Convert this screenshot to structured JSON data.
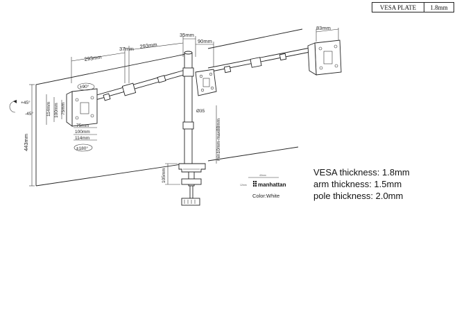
{
  "table": {
    "label": "VESA PLATE",
    "value": "1.8mm"
  },
  "specs": {
    "vesa": "VESA thickness: 1.8mm",
    "arm": "arm thickness: 1.5mm",
    "pole": "pole thickness: 2.0mm"
  },
  "dimensions": {
    "arm_left": "293mm",
    "joint": "37mm",
    "arm_right": "293mm",
    "pole_top": "35mm",
    "plate_offset": "90mm",
    "plate_width": "83mm",
    "tilt_up": "+45°",
    "tilt_down": "-45°",
    "rotate_90": "±90°",
    "rotate_180": "±180°",
    "height": "443mm",
    "plate_114_v": "114mm",
    "plate_100_v": "100mm",
    "plate_75_v": "75mm",
    "plate_75_h": "75mm",
    "plate_100_h": "100mm",
    "plate_114_h": "114mm",
    "pole_diameter": "Ø35",
    "clamp_range": "min10mm-max88mm",
    "clamp_height": "105mm",
    "logo_w": "40mm",
    "logo_h": "12mm"
  },
  "brand": {
    "name": "manhattan",
    "color_label": "Color:White"
  }
}
